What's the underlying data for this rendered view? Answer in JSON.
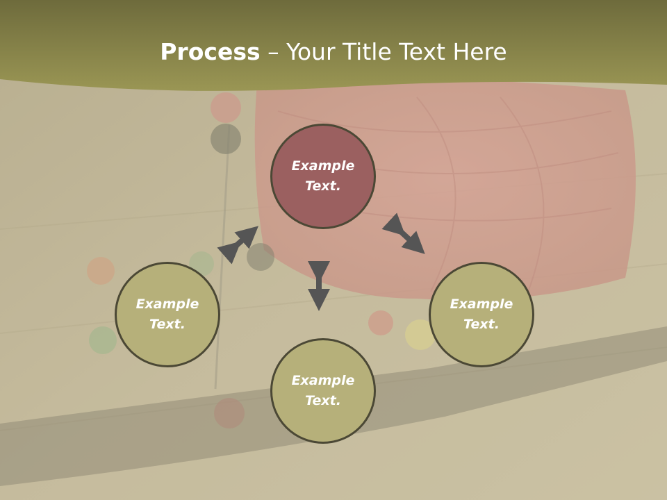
{
  "slide": {
    "title_bold": "Process",
    "title_rest": " – Your Title Text Here"
  },
  "nodes": [
    {
      "id": "top",
      "label": "Example\nText.",
      "color": "#9b6060"
    },
    {
      "id": "left",
      "label": "Example\nText.",
      "color": "#b6b07a"
    },
    {
      "id": "bottom",
      "label": "Example\nText.",
      "color": "#b6b07a"
    },
    {
      "id": "right",
      "label": "Example\nText.",
      "color": "#b6b07a"
    }
  ],
  "colors": {
    "header": "#8d8a4a",
    "arrow": "#555555",
    "circle_border": "#4b4835"
  },
  "background": {
    "description_icon": "yarn-pins-scissors-photo"
  }
}
